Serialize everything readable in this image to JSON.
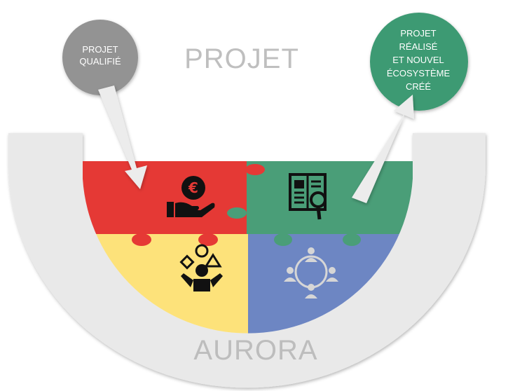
{
  "header": {
    "title": "PROJET"
  },
  "footer": {
    "title": "AURORA"
  },
  "start_bubble": {
    "lines": [
      "PROJET",
      "QUALIFIÉ"
    ]
  },
  "end_bubble": {
    "lines": [
      "PROJET",
      "RÉALISÉ",
      "ET NOUVEL",
      "ÉCOSYSTÈME",
      "CRÉÉ"
    ]
  },
  "quadrants": [
    {
      "id": "financing",
      "color": "#e53935",
      "icon": "hand-euro-icon"
    },
    {
      "id": "research",
      "color": "#4a9e78",
      "icon": "document-search-icon"
    },
    {
      "id": "ideation",
      "color": "#fde27a",
      "icon": "person-juggling-shapes-icon"
    },
    {
      "id": "community",
      "color": "#6d86c3",
      "icon": "people-network-icon"
    }
  ],
  "colors": {
    "arc": "#e9e9e9",
    "start_bubble": "#939393",
    "end_bubble": "#3e9a73",
    "arrow": "#ececec"
  }
}
